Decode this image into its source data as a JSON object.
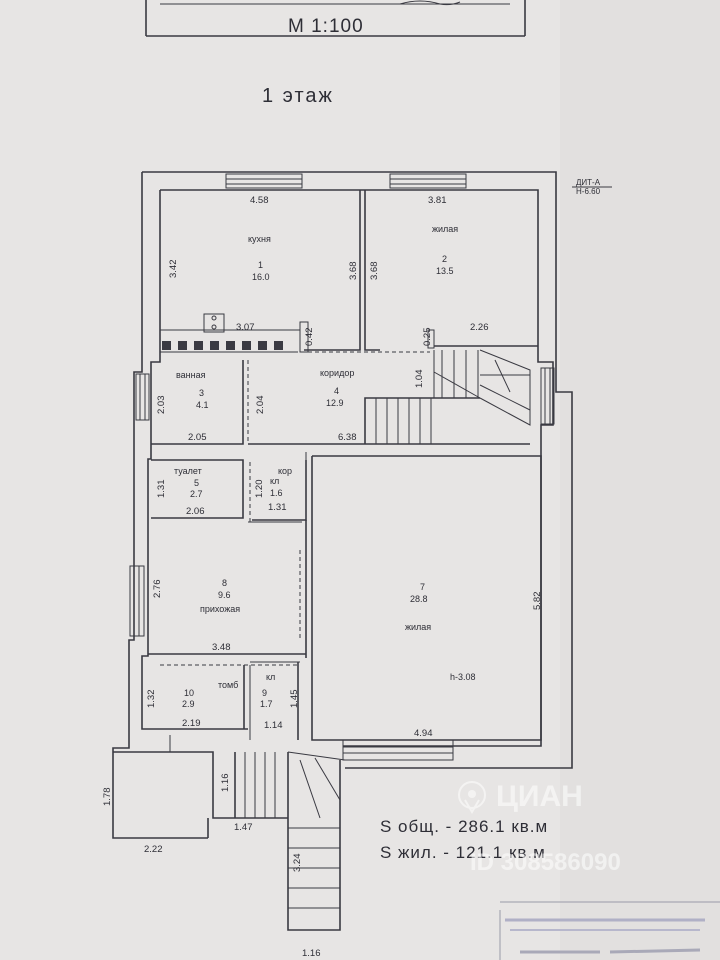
{
  "header": {
    "scale": "М 1:100",
    "floor_title": "1 этаж",
    "level_marker_top": "ДИТ-А",
    "level_marker_bottom": "Н-6.60"
  },
  "rooms": [
    {
      "id": "kitchen",
      "name": "кухня",
      "number": "1",
      "area": "16.0"
    },
    {
      "id": "living2",
      "name": "жилая",
      "number": "2",
      "area": "13.5"
    },
    {
      "id": "bath",
      "name": "ванная",
      "number": "3",
      "area": "4.1"
    },
    {
      "id": "corridor",
      "name": "коридор",
      "number": "4",
      "area": "12.9"
    },
    {
      "id": "toilet",
      "name": "туалет",
      "number": "5",
      "area": "2.7"
    },
    {
      "id": "cor",
      "name": "кор",
      "number": "кл",
      "area": "1.6"
    },
    {
      "id": "hall",
      "name": "прихожая",
      "number": "8",
      "area": "9.6"
    },
    {
      "id": "living7",
      "name": "жилая",
      "number": "7",
      "area": "28.8"
    },
    {
      "id": "tamb",
      "name": "томб",
      "number": "10",
      "area": "2.9"
    },
    {
      "id": "closet",
      "name": "кл",
      "number": "9",
      "area": "1.7"
    }
  ],
  "ceiling_height": "h-3.08",
  "dimensions": {
    "kitchen_top": "4.58",
    "kitchen_left": "3.42",
    "kitchen_right": "3.68",
    "kitchen_bottom": "3.07",
    "kitchen_small": "0.42",
    "living2_top": "3.81",
    "living2_left": "3.68",
    "living2_bottom": "2.26",
    "living2_small": "0.25",
    "bath_left": "2.03",
    "bath_right": "2.04",
    "bath_bottom": "2.05",
    "corridor_stair": "1.04",
    "corridor_bottom": "6.38",
    "toilet_left": "1.31",
    "toilet_bottom": "2.06",
    "cor_left": "1.20",
    "cor_bottom": "1.31",
    "hall_left": "2.76",
    "hall_bottom": "3.48",
    "living7_right": "5.82",
    "living7_bottom": "4.94",
    "tamb_left": "1.32",
    "tamb_bottom": "2.19",
    "closet_right": "1.45",
    "closet_bottom": "1.14",
    "porch_left": "1.78",
    "porch_bottom": "2.22",
    "stair_side": "1.16",
    "stair_step": "1.47",
    "stair_run": "3.24",
    "stair_bottom": "1.16"
  },
  "totals": {
    "total_label": "S общ. - 286.1 кв.м",
    "living_label": "S жил. - 121.1 кв.м"
  },
  "watermark": {
    "brand": "ЦИАН",
    "id_text": "ID 308586090"
  }
}
